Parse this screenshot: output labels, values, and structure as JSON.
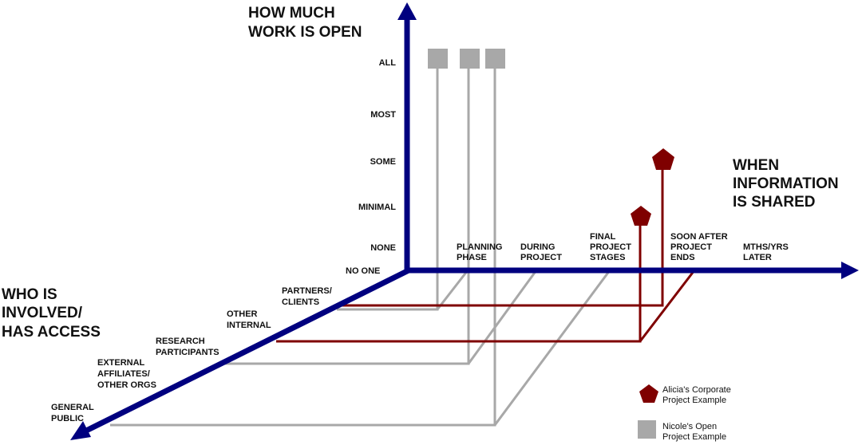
{
  "axes": {
    "vertical_title": [
      "HOW MUCH",
      "WORK IS OPEN"
    ],
    "horizontal_title": [
      "WHEN",
      "INFORMATION",
      "IS SHARED"
    ],
    "depth_title": [
      "WHO  IS",
      "INVOLVED/",
      "HAS ACCESS"
    ]
  },
  "openness_levels": [
    "NONE",
    "MINIMAL",
    "SOME",
    "MOST",
    "ALL"
  ],
  "timing_labels": [
    [
      "PLANNING",
      "PHASE"
    ],
    [
      "DURING",
      "PROJECT"
    ],
    [
      "FINAL",
      "PROJECT",
      "STAGES"
    ],
    [
      "SOON AFTER",
      "PROJECT",
      "ENDS"
    ],
    [
      "MTHS/YRS",
      "LATER"
    ]
  ],
  "audience_labels": [
    [
      "NO ONE"
    ],
    [
      "PARTNERS/",
      "CLIENTS"
    ],
    [
      "OTHER",
      "INTERNAL"
    ],
    [
      "RESEARCH",
      "PARTICIPANTS"
    ],
    [
      "EXTERNAL",
      "AFFILIATES/",
      "OTHER ORGS"
    ],
    [
      "GENERAL",
      "PUBLIC"
    ]
  ],
  "legend": {
    "alicia": [
      "Alicia's Corporate",
      "Project Example"
    ],
    "nicole": [
      "Nicole's Open",
      "Project Example"
    ]
  },
  "colors": {
    "axis": "#00007f",
    "alicia": "#7f0000",
    "nicole": "#a8a8a8"
  },
  "examples": {
    "nicole": [
      {
        "audience": "PARTNERS/CLIENTS",
        "timing": "PLANNING PHASE",
        "openness": "ALL"
      },
      {
        "audience": "RESEARCH PARTICIPANTS",
        "timing": "DURING PROJECT",
        "openness": "ALL"
      },
      {
        "audience": "GENERAL PUBLIC",
        "timing": "FINAL PROJECT STAGES",
        "openness": "ALL"
      }
    ],
    "alicia": [
      {
        "audience": "PARTNERS/CLIENTS",
        "timing": "SOON AFTER PROJECT ENDS",
        "openness": "SOME"
      },
      {
        "audience": "OTHER INTERNAL",
        "timing": "SOON AFTER PROJECT ENDS",
        "openness": "MINIMAL"
      }
    ]
  }
}
